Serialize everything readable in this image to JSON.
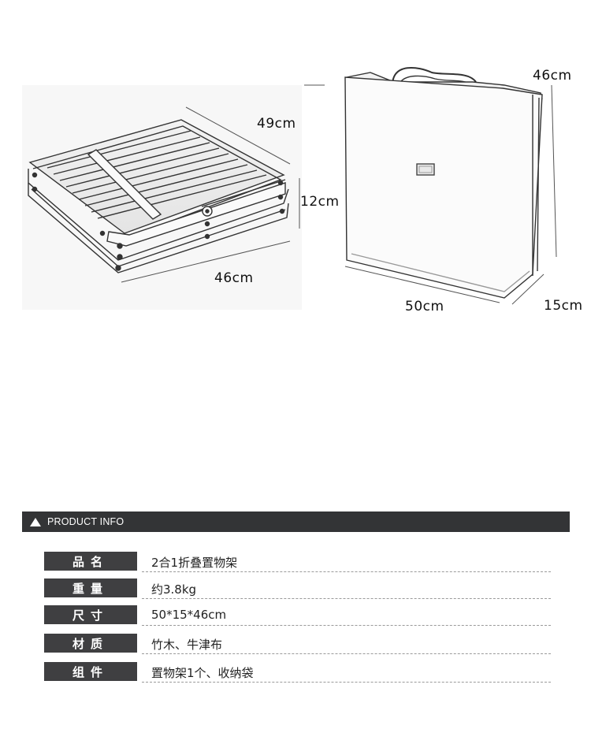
{
  "dimensions": {
    "rack_depth": "49cm",
    "rack_height": "12cm",
    "rack_width": "46cm",
    "bag_height": "46cm",
    "bag_width": "50cm",
    "bag_depth": "15cm"
  },
  "banner": {
    "title": "PRODUCT INFO",
    "icon": "triangle-up-icon"
  },
  "specs": [
    {
      "label": "品名",
      "value": "2合1折叠置物架"
    },
    {
      "label": "重量",
      "value": "约3.8kg"
    },
    {
      "label": "尺寸",
      "value": "50*15*46cm"
    },
    {
      "label": "材质",
      "value": "竹木、牛津布"
    },
    {
      "label": "组件",
      "value": "置物架1个、收纳袋"
    }
  ],
  "colors": {
    "banner_bg": "#333436",
    "label_bg": "#3f3f41",
    "text": "#222222"
  }
}
